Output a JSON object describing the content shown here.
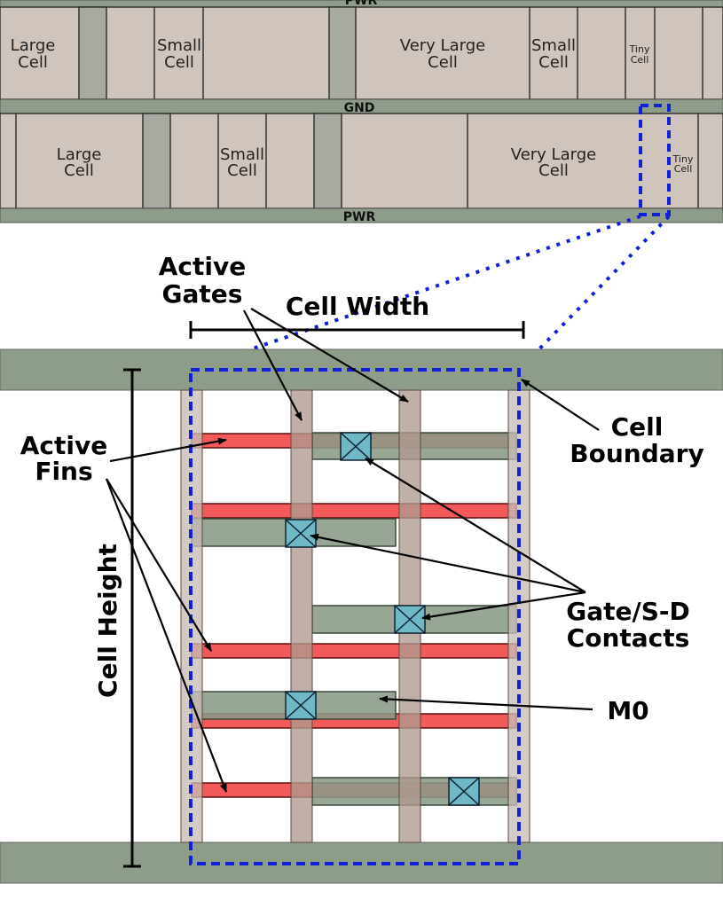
{
  "rails": {
    "pwr_top": "PWR",
    "gnd": "GND",
    "pwr_bottom": "PWR"
  },
  "row1_cells": [
    {
      "line1": "Large",
      "line2": "Cell"
    },
    {
      "line1": "Small",
      "line2": "Cell"
    },
    {
      "line1": "Very Large",
      "line2": "Cell"
    },
    {
      "line1": "Small",
      "line2": "Cell"
    },
    {
      "line1": "Tiny",
      "line2": "Cell"
    }
  ],
  "row2_cells": [
    {
      "line1": "Large",
      "line2": "Cell"
    },
    {
      "line1": "Small",
      "line2": "Cell"
    },
    {
      "line1": "Very Large",
      "line2": "Cell"
    },
    {
      "line1": "Tiny",
      "line2": "Cell"
    }
  ],
  "labels": {
    "active_gates_1": "Active",
    "active_gates_2": "Gates",
    "cell_width": "Cell Width",
    "cell_boundary_1": "Cell",
    "cell_boundary_2": "Boundary",
    "active_fins_1": "Active",
    "active_fins_2": "Fins",
    "cell_height": "Cell Height",
    "contacts_1": "Gate/S-D",
    "contacts_2": "Contacts",
    "m0": "M0"
  },
  "colors": {
    "cell_fill": "#cfc5bd",
    "rail": "#8e9c8a",
    "fin": "#f25a5a",
    "gate": "#b6a398",
    "m0": "#8a9a88",
    "contact": "#6fb8c6",
    "boundary": "#1020d8"
  }
}
